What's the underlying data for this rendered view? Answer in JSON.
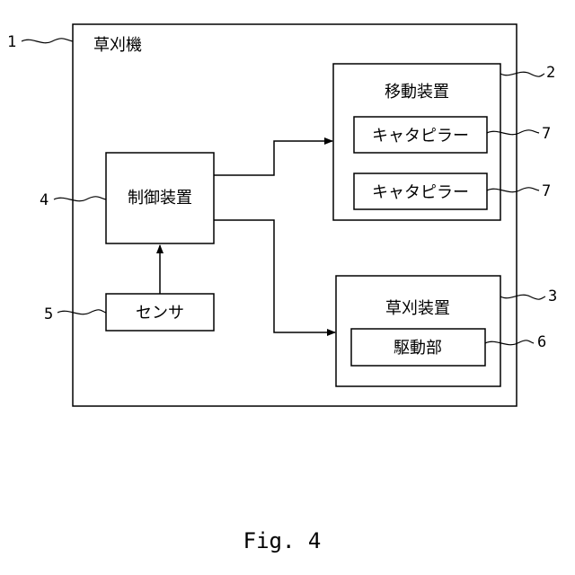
{
  "diagram": {
    "mower": {
      "label": "草刈機",
      "ref": "1"
    },
    "moving_device": {
      "label": "移動装置",
      "ref": "2"
    },
    "crawler_top": {
      "label": "キャタピラー",
      "ref": "7"
    },
    "crawler_bottom": {
      "label": "キャタピラー",
      "ref": "7"
    },
    "mowing_device": {
      "label": "草刈装置",
      "ref": "3"
    },
    "drive_unit": {
      "label": "駆動部",
      "ref": "6"
    },
    "control_device": {
      "label": "制御装置",
      "ref": "4"
    },
    "sensor": {
      "label": "センサ",
      "ref": "5"
    }
  },
  "caption": "Fig. 4"
}
